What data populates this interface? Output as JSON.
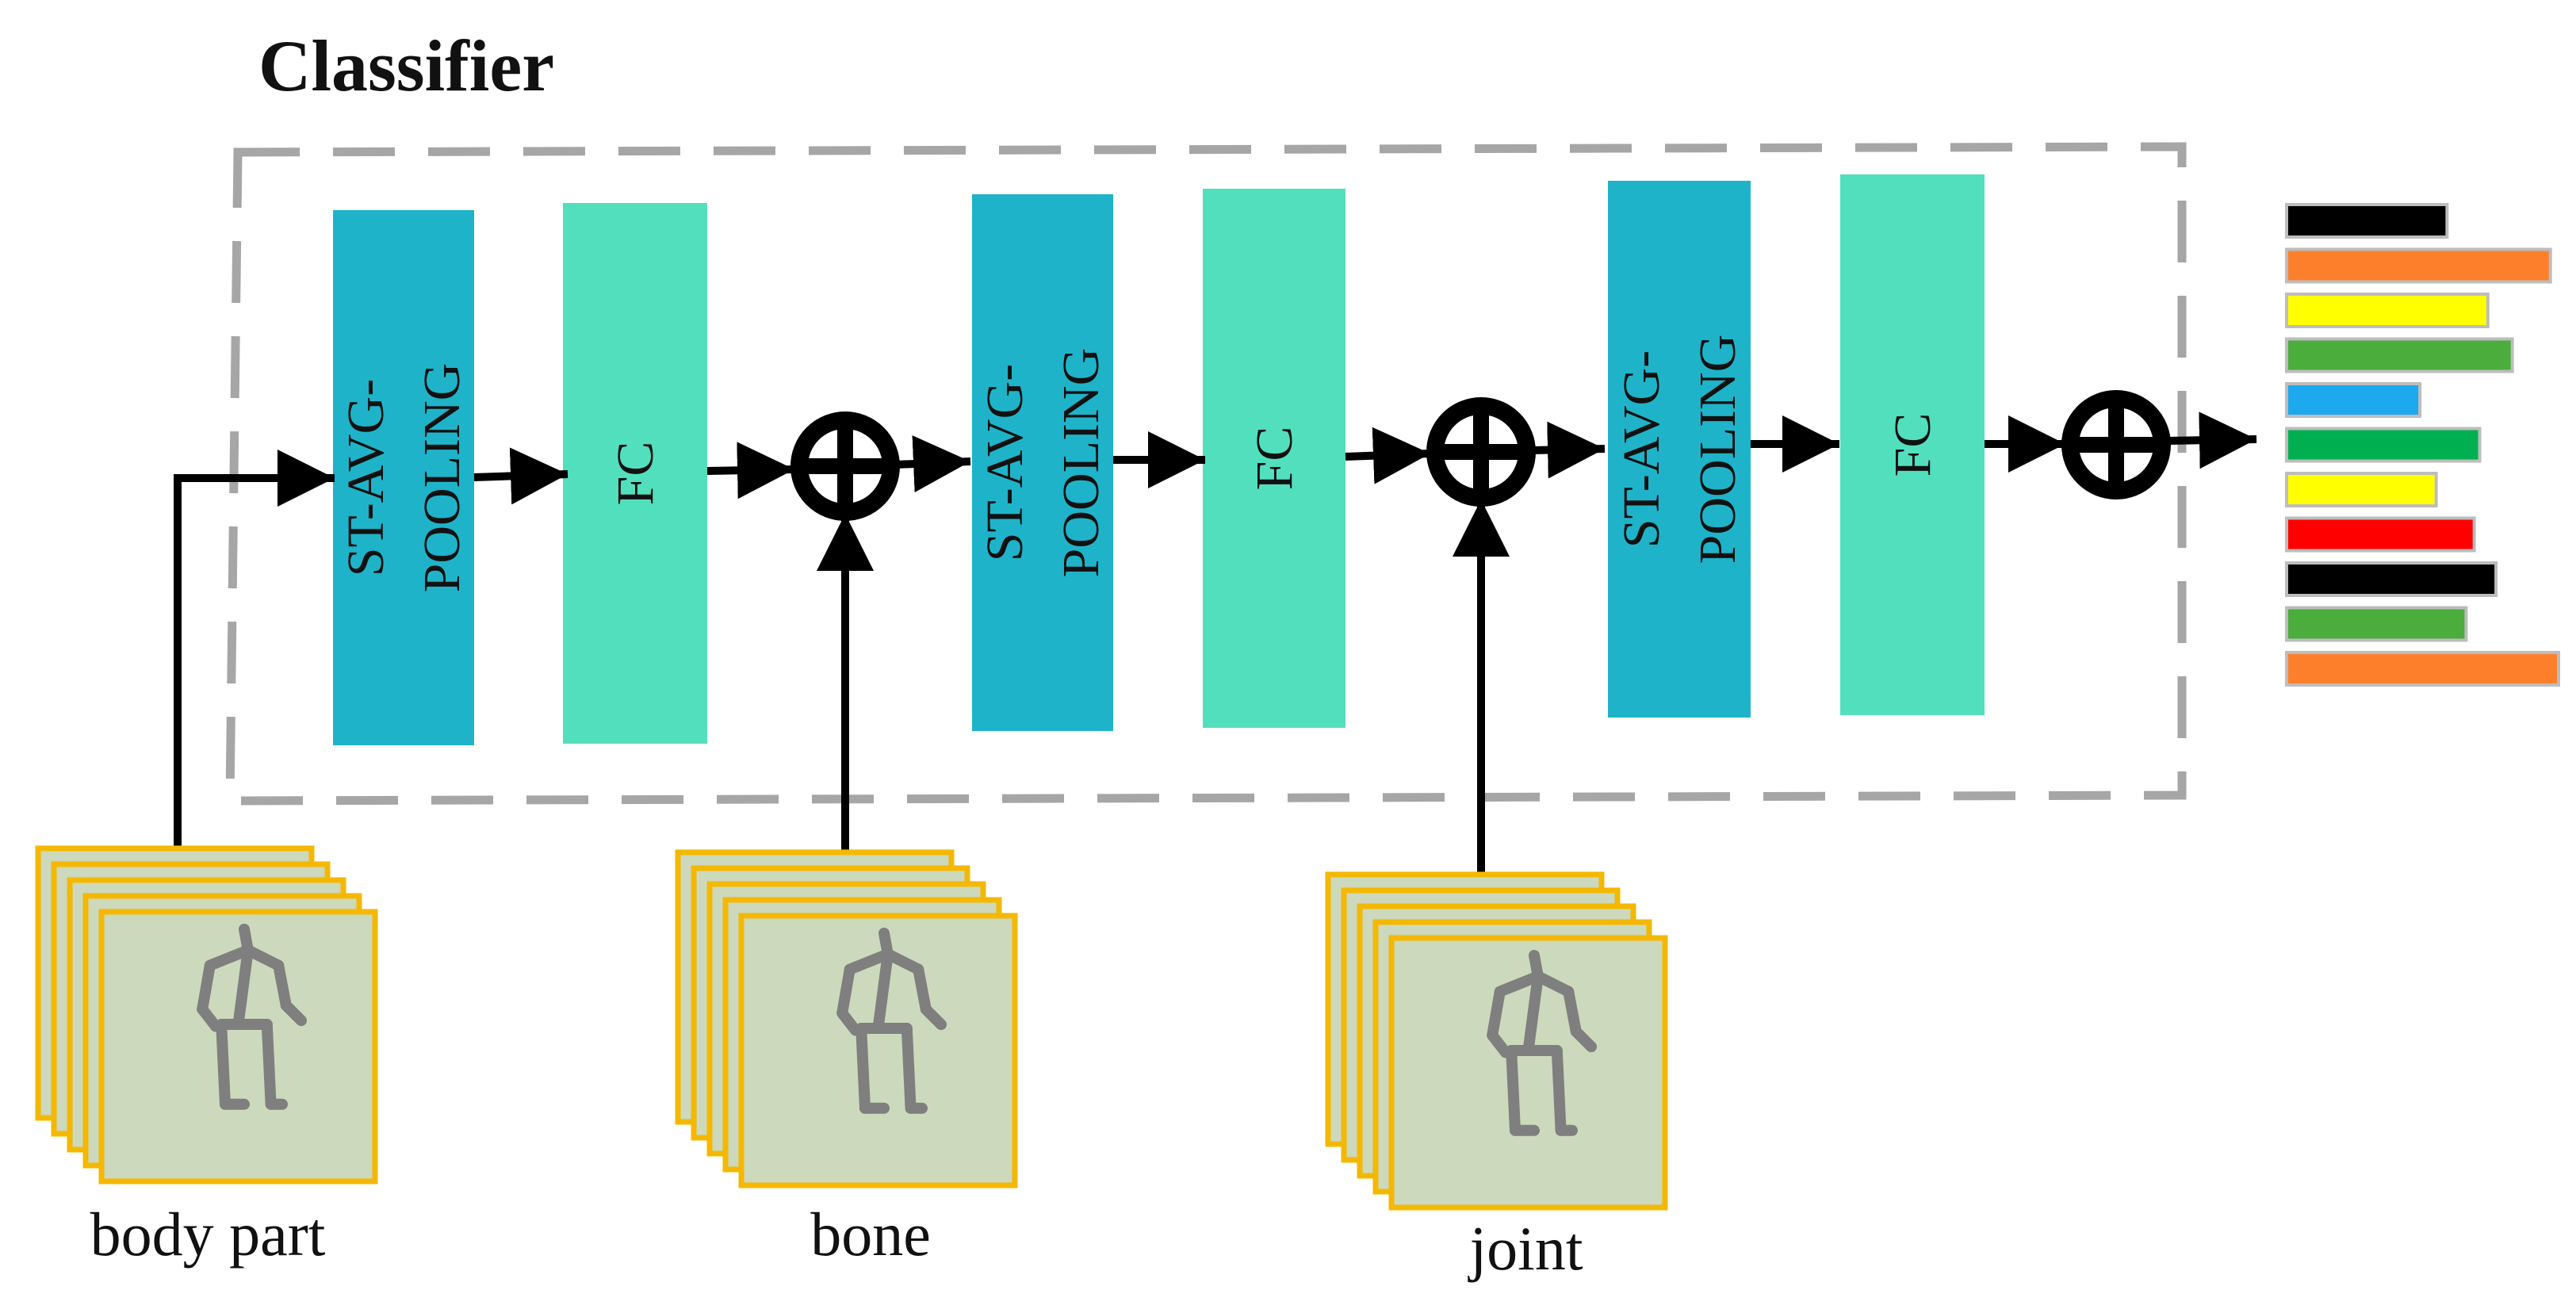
{
  "title": "Classifier",
  "blocks": [
    {
      "label_lines": [
        "ST-AVG-",
        "POOLING"
      ]
    },
    {
      "label_lines": [
        "FC"
      ]
    },
    {
      "label_lines": [
        "ST-AVG-",
        "POOLING"
      ]
    },
    {
      "label_lines": [
        "FC"
      ]
    },
    {
      "label_lines": [
        "ST-AVG-",
        "POOLING"
      ]
    },
    {
      "label_lines": [
        "FC"
      ]
    }
  ],
  "inputs": [
    {
      "label": "body part"
    },
    {
      "label": "bone"
    },
    {
      "label": "joint"
    }
  ],
  "output_bars": [
    {
      "color": "#000000",
      "value": 0.59
    },
    {
      "color": "#fd7f2c",
      "value": 0.97
    },
    {
      "color": "#ffff00",
      "value": 0.74
    },
    {
      "color": "#4aad3c",
      "value": 0.83
    },
    {
      "color": "#1ca9ee",
      "value": 0.49
    },
    {
      "color": "#00b050",
      "value": 0.71
    },
    {
      "color": "#ffff00",
      "value": 0.55
    },
    {
      "color": "#ff0000",
      "value": 0.69
    },
    {
      "color": "#000000",
      "value": 0.77
    },
    {
      "color": "#4aad3c",
      "value": 0.66
    },
    {
      "color": "#fd7f2c",
      "value": 1.0
    }
  ],
  "colors": {
    "pooling_block": "#1fb3c9",
    "fc_block": "#52dfbe",
    "frame_fill": "#ccd9bd",
    "frame_border": "#f5b800",
    "skeleton": "#7f7f7f",
    "dashed_box": "#a6a6a6",
    "arrow": "#000000"
  },
  "icons": {
    "sum_node": "circle-plus-icon",
    "arrow": "arrow-right-icon",
    "skeleton": "skeleton-figure-icon"
  }
}
